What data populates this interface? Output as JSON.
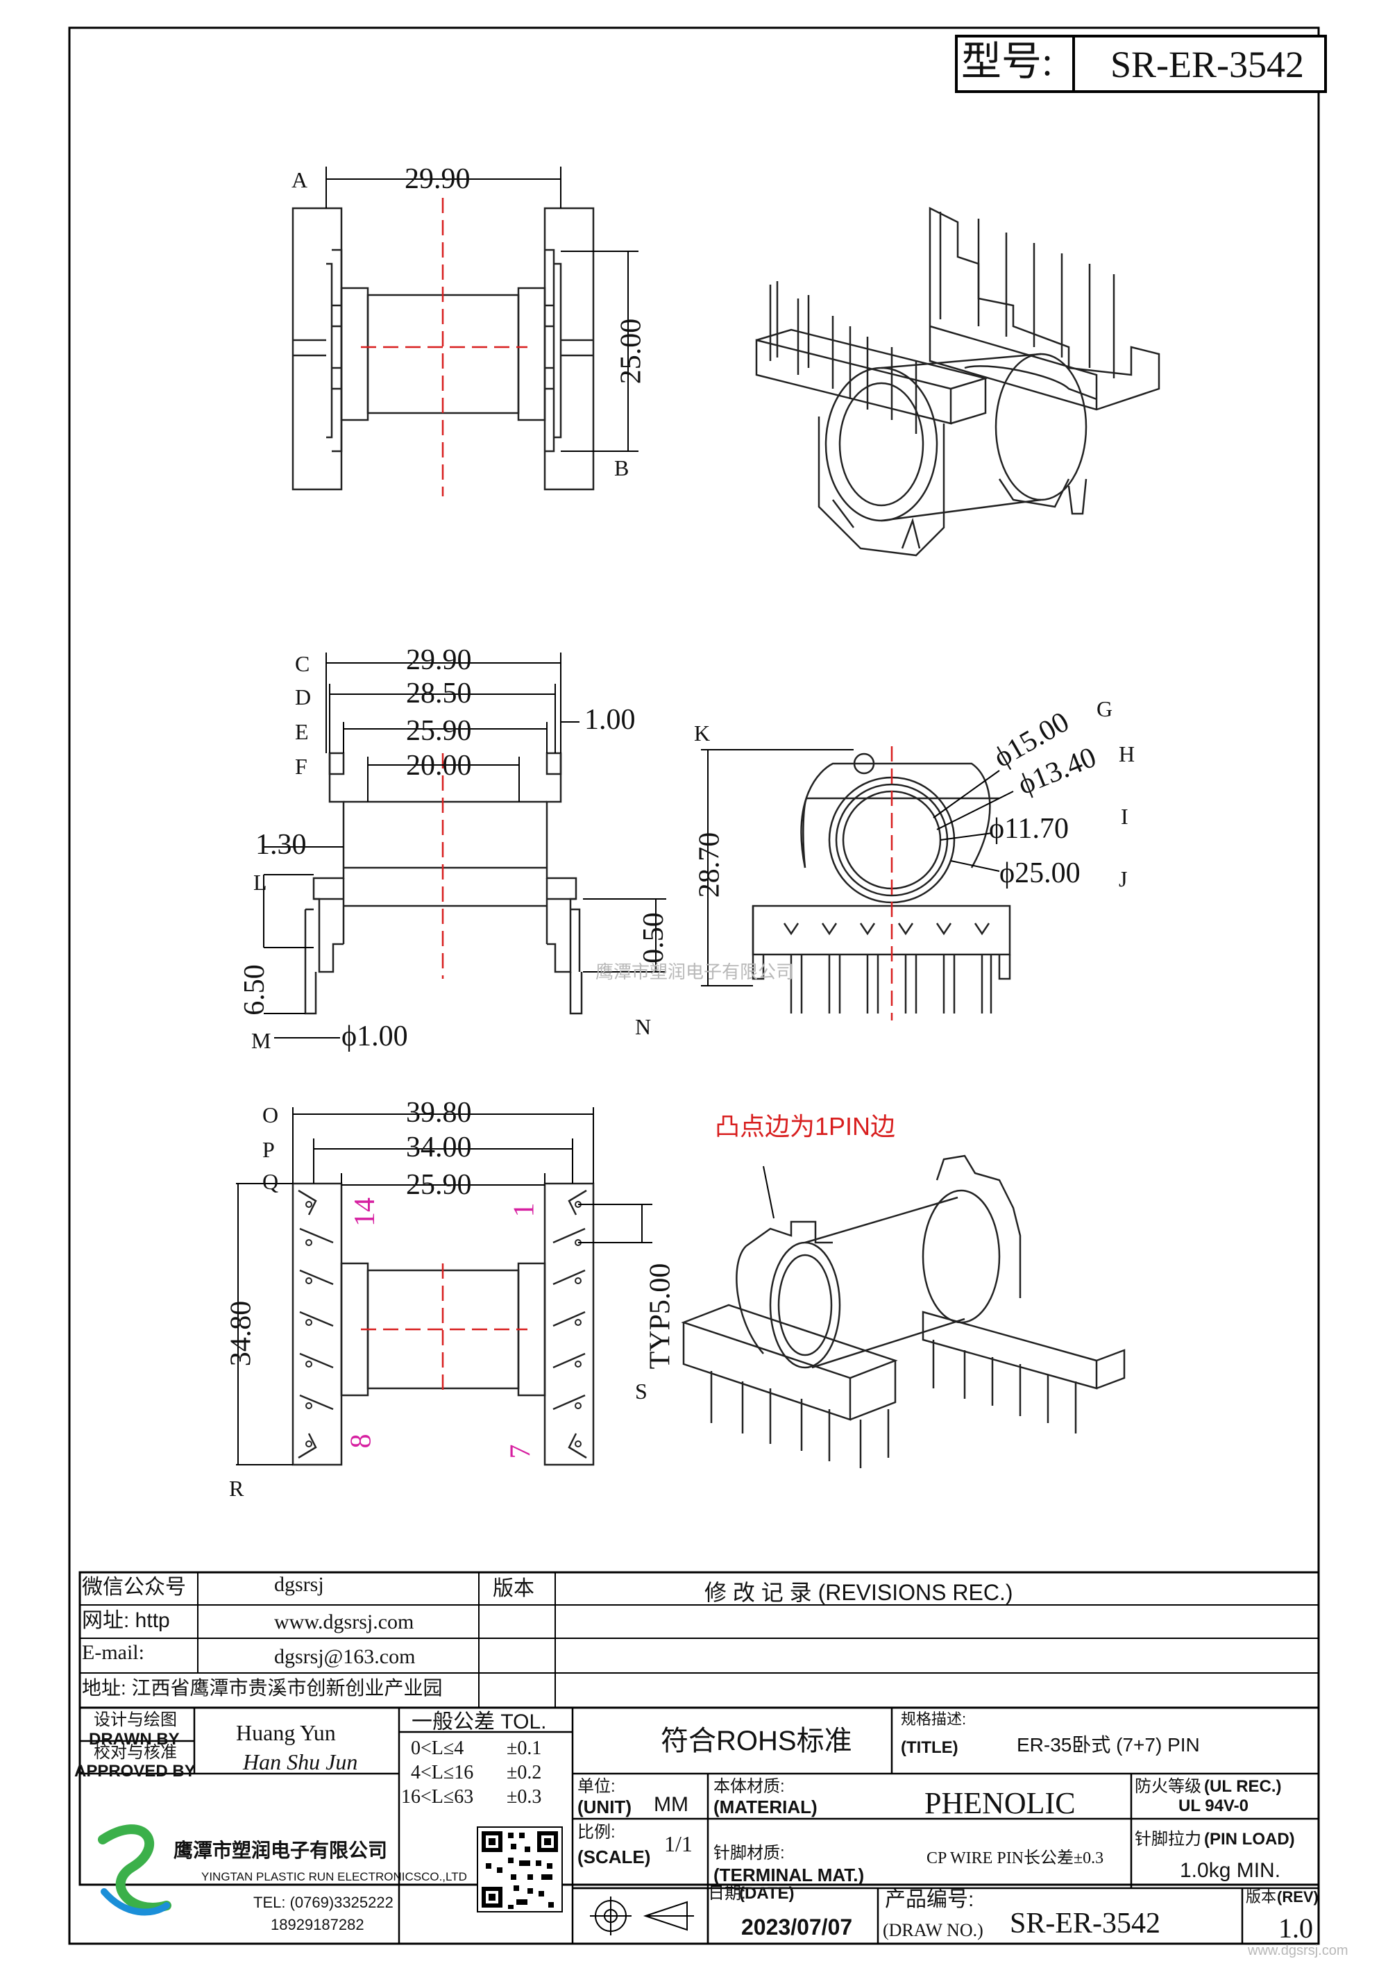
{
  "header": {
    "model_label": "型号:",
    "model_value": "SR-ER-3542"
  },
  "dimensions": {
    "top_view": {
      "A_letter": "A",
      "A": "29.90",
      "B_letter": "B",
      "B": "25.00"
    },
    "side_view": {
      "C_letter": "C",
      "C": "29.90",
      "D_letter": "D",
      "D": "28.50",
      "E_letter": "E",
      "E": "25.90",
      "F_letter": "F",
      "F": "20.00",
      "flange": "1.00",
      "left_wall": "1.30",
      "L_letter": "L",
      "M_letter": "M",
      "pin_len": "6.50",
      "pin_dia": "ϕ1.00",
      "N_letter": "N",
      "stand": "0.50"
    },
    "end_view": {
      "K_letter": "K",
      "K": "28.70",
      "G_letter": "G",
      "G": "ϕ15.00",
      "H_letter": "H",
      "H": "ϕ13.40",
      "I_letter": "I",
      "I": "ϕ11.70",
      "J_letter": "J",
      "J": "ϕ25.00"
    },
    "bottom_view": {
      "O_letter": "O",
      "O": "39.80",
      "P_letter": "P",
      "P": "34.00",
      "Q_letter": "Q",
      "Q": "25.90",
      "R_letter": "R",
      "R": "34.80",
      "S_letter": "S",
      "S": "TYP5.00",
      "pin14": "14",
      "pin1": "1",
      "pin8": "8",
      "pin7": "7"
    }
  },
  "annotation": {
    "text": "凸点边为1PIN边",
    "color": "#d81e1e"
  },
  "watermark": {
    "center": "鹰潭市塑润电子有限公司",
    "corner": "www.dgsrsj.com"
  },
  "contact": {
    "wechat_label": "微信公众号",
    "wechat": "dgsrsj",
    "web_label": "网址: http",
    "web": "www.dgsrsj.com",
    "email_label": "E-mail:",
    "email": "dgsrsj@163.com",
    "address": "地址: 江西省鹰潭市贵溪市创新创业产业园"
  },
  "revisions": {
    "version_label": "版本",
    "title": "修 改 记 录 (REVISIONS REC.)"
  },
  "title_block": {
    "drawn_cn": "设计与绘图",
    "drawn_en": "DRAWN BY",
    "drawn_name": "Huang Yun",
    "approved_cn": "校对与核准",
    "approved_en": "APPROVED BY",
    "approved_name": "Han Shu Jun",
    "tol_header": "一般公差 TOL.",
    "tol_rows": [
      {
        "range": "0<L≤4",
        "value": "±0.1"
      },
      {
        "range": "4<L≤16",
        "value": "±0.2"
      },
      {
        "range": "16<L≤63",
        "value": "±0.3"
      }
    ],
    "rohs": "符合ROHS标准",
    "spec_cn": "规格描述:",
    "spec_en": "(TITLE)",
    "spec_value": "ER-35卧式 (7+7) PIN",
    "unit_cn": "单位:",
    "unit_en": "(UNIT)",
    "unit_value": "MM",
    "material_cn": "本体材质:",
    "material_en": "(MATERIAL)",
    "material_value": "PHENOLIC",
    "fire_cn": "防火等级",
    "fire_en": "(UL REC.)",
    "fire_value": "UL 94V-0",
    "scale_cn": "比例:",
    "scale_en": "(SCALE)",
    "scale_value": "1/1",
    "terminal_cn": "针脚材质:",
    "terminal_en": "(TERMINAL MAT.)",
    "terminal_value": "CP WIRE  PIN长公差±0.3",
    "load_cn": "针脚拉力",
    "load_en": "(PIN LOAD)",
    "load_value": "1.0kg MIN.",
    "date_cn": "日期:",
    "date_en": "(DATE)",
    "date_value": "2023/07/07",
    "drawno_cn": "产品编号:",
    "drawno_en": "(DRAW NO.)",
    "drawno_value": "SR-ER-3542",
    "rev_cn": "版本",
    "rev_en": "(REV)",
    "rev_value": "1.0",
    "company_cn": "鹰潭市塑润电子有限公司",
    "company_en": "YINGTAN PLASTIC RUN ELECTRONICSCO.,LTD",
    "tel": "TEL: (0769)3325222",
    "mobile": "18929187282"
  }
}
